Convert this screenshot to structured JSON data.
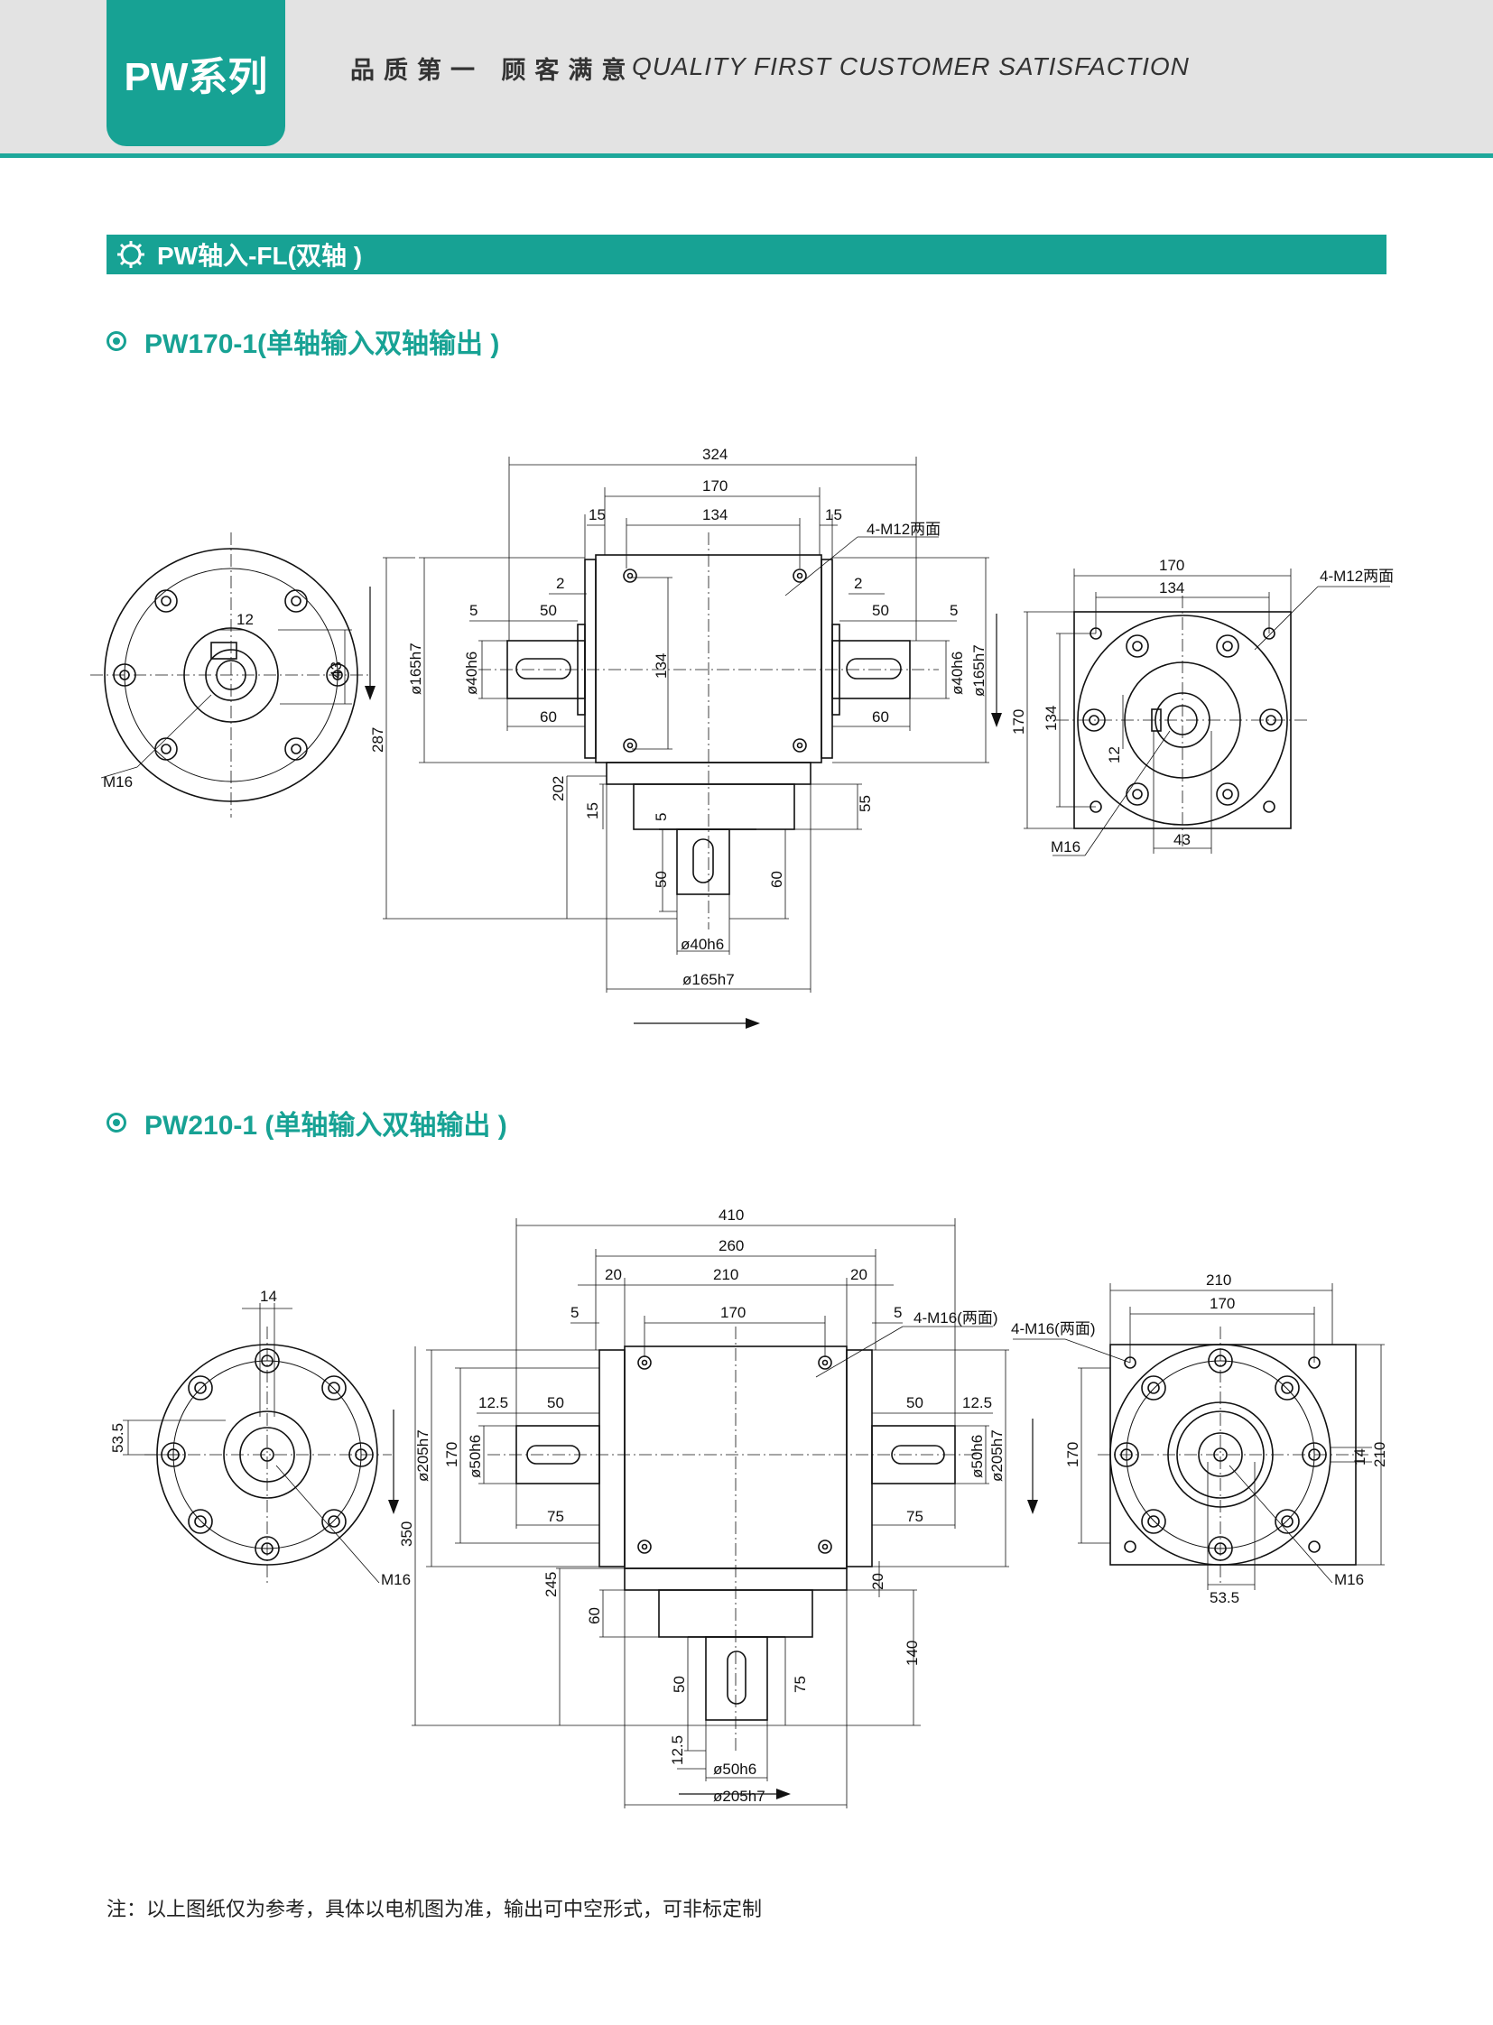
{
  "header": {
    "series": "PW系列",
    "slogan_cn": "品质第一 顾客满意",
    "slogan_en": "QUALITY FIRST  CUSTOMER SATISFACTION"
  },
  "section": {
    "title": "PW轴入-FL(双轴 )"
  },
  "models": [
    {
      "title": "PW170-1(单轴输入双轴输出 )",
      "dims": {
        "overall_width": "324",
        "body_width": "170",
        "bolt_spacing": "134",
        "side_flange_left": "15",
        "side_flange_right": "15",
        "bolt_note": "4-M12两面",
        "gap_left": "2",
        "gap_right": "2",
        "key_left": "5",
        "key_right": "5",
        "shaft_len_left": "50",
        "shaft_len_right": "50",
        "shaft_dia_left": "ø40h6",
        "shaft_dia_right": "ø40h6",
        "pilot_left": "ø165h7",
        "pilot_right": "ø165h7",
        "vert_bolt": "134",
        "ext_left": "60",
        "ext_right": "60",
        "overall_height": "287",
        "height_202": "202",
        "flange_15": "15",
        "key_bottom": "5",
        "dim_55": "55",
        "shaft_len_bottom": "50",
        "ext_bottom": "60",
        "shaft_dia_bottom": "ø40h6",
        "pilot_bottom": "ø165h7",
        "left_key_12": "12",
        "left_43": "43",
        "left_thread": "M16",
        "right_170": "170",
        "right_134": "134",
        "right_bolt_note": "4-M12两面",
        "right_vert_170": "170",
        "right_vert_134": "134",
        "right_12": "12",
        "right_43": "43",
        "right_thread": "M16"
      }
    },
    {
      "title": "PW210-1 (单轴输入双轴输出 )",
      "dims": {
        "overall_width": "410",
        "body_width": "260",
        "bolt_spacing_outer": "210",
        "bolt_spacing": "170",
        "flange_left": "20",
        "flange_right": "20",
        "gap_left": "5",
        "gap_right": "5",
        "bolt_note": "4-M16(两面)",
        "key_left": "12.5",
        "key_right": "12.5",
        "shaft_len_left": "50",
        "shaft_len_right": "50",
        "shaft_dia_left": "ø50h6",
        "shaft_dia_right": "ø50h6",
        "pilot_left": "ø205h7",
        "pilot_right": "ø205h7",
        "vert_170": "170",
        "ext_left": "75",
        "ext_right": "75",
        "overall_height": "350",
        "height_245": "245",
        "dim_60": "60",
        "dim_20": "20",
        "dim_140": "140",
        "shaft_len_bottom": "50",
        "ext_bottom": "75",
        "key_bottom": "12.5",
        "shaft_dia_bottom": "ø50h6",
        "pilot_bottom": "ø205h7",
        "left_14": "14",
        "left_53_5": "53.5",
        "left_thread": "M16",
        "right_bolt_note": "4-M16(两面)",
        "right_210": "210",
        "right_170": "170",
        "right_vert_170": "170",
        "right_14": "14",
        "right_vert_210": "210",
        "right_53_5": "53.5",
        "right_thread": "M16"
      }
    }
  ],
  "note": "注：以上图纸仅为参考，具体以电机图为准，输出可中空形式，可非标定制",
  "colors": {
    "accent": "#17a294",
    "header_bg": "#e3e3e3"
  }
}
